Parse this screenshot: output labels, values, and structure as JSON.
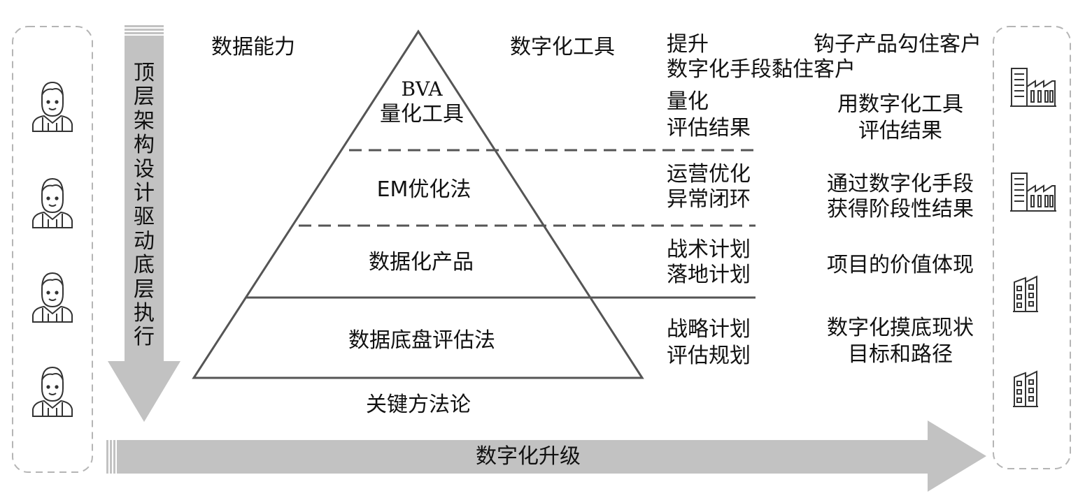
{
  "left_arrow_label": "顶层架构设计驱动底层执行",
  "bottom_arrow_label": "数字化升级",
  "pyramid": {
    "top_label": "数据能力",
    "bottom_label": "关键方法论",
    "tiers": [
      {
        "line1": "BVA",
        "line2": "量化工具"
      },
      {
        "line1": "EM优化法"
      },
      {
        "line1": "数据化产品"
      },
      {
        "line1": "数据底盘评估法"
      }
    ]
  },
  "column_headers": {
    "tools": "数字化工具",
    "lift": "提升",
    "hook": "钩子产品勾住客户",
    "sticky": "数字化手段黏住客户"
  },
  "rows": [
    {
      "action_line1": "量化",
      "action_line2": "评估结果",
      "result_line1": "用数字化工具",
      "result_line2": "评估结果"
    },
    {
      "action_line1": "运营优化",
      "action_line2": "异常闭环",
      "result_line1": "通过数字化手段",
      "result_line2": "获得阶段性结果"
    },
    {
      "action_line1": "战术计划",
      "action_line2": "落地计划",
      "result_line1": "项目的价值体现",
      "result_line2": ""
    },
    {
      "action_line1": "战略计划",
      "action_line2": "评估规划",
      "result_line1": "数字化摸底现状",
      "result_line2": "目标和路径"
    }
  ],
  "left_icons": [
    "person-icon",
    "person-icon",
    "person-icon",
    "person-icon"
  ],
  "right_icons": [
    "factory-icon",
    "factory-icon",
    "building-icon",
    "building-icon"
  ]
}
